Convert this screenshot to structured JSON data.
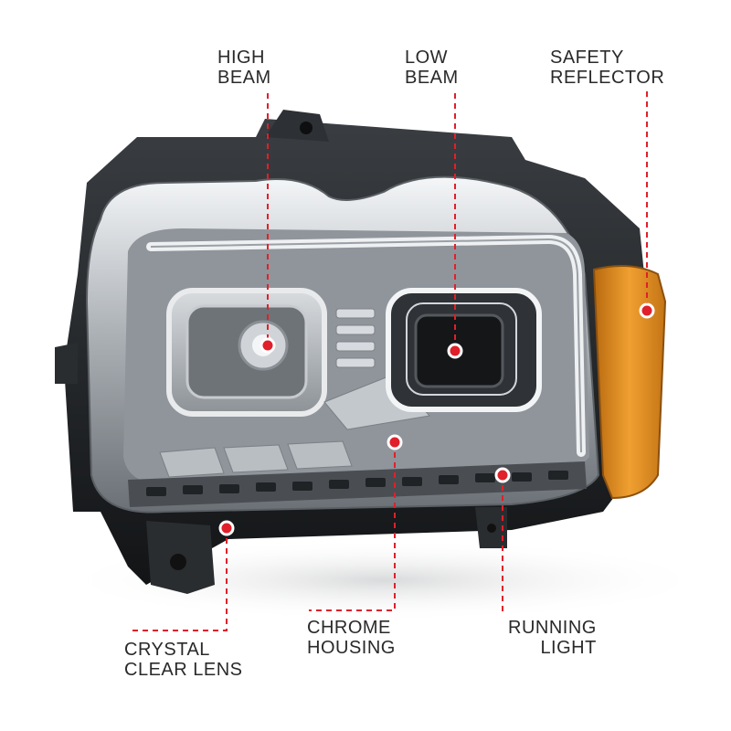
{
  "callouts": {
    "high_beam": {
      "line1": "HIGH",
      "line2": "BEAM"
    },
    "low_beam": {
      "line1": "LOW",
      "line2": "BEAM"
    },
    "safety_reflector": {
      "line1": "SAFETY",
      "line2": "REFLECTOR"
    },
    "crystal_clear_lens": {
      "line1": "CRYSTAL",
      "line2": "CLEAR LENS"
    },
    "chrome_housing": {
      "line1": "CHROME",
      "line2": "HOUSING"
    },
    "running_light": {
      "line1": "RUNNING",
      "line2": "LIGHT"
    }
  },
  "colors": {
    "callout_line": "#e0202a",
    "amber_reflector": "#e89420",
    "chrome": "#c8ccd0",
    "housing_dark": "#1e2124"
  }
}
